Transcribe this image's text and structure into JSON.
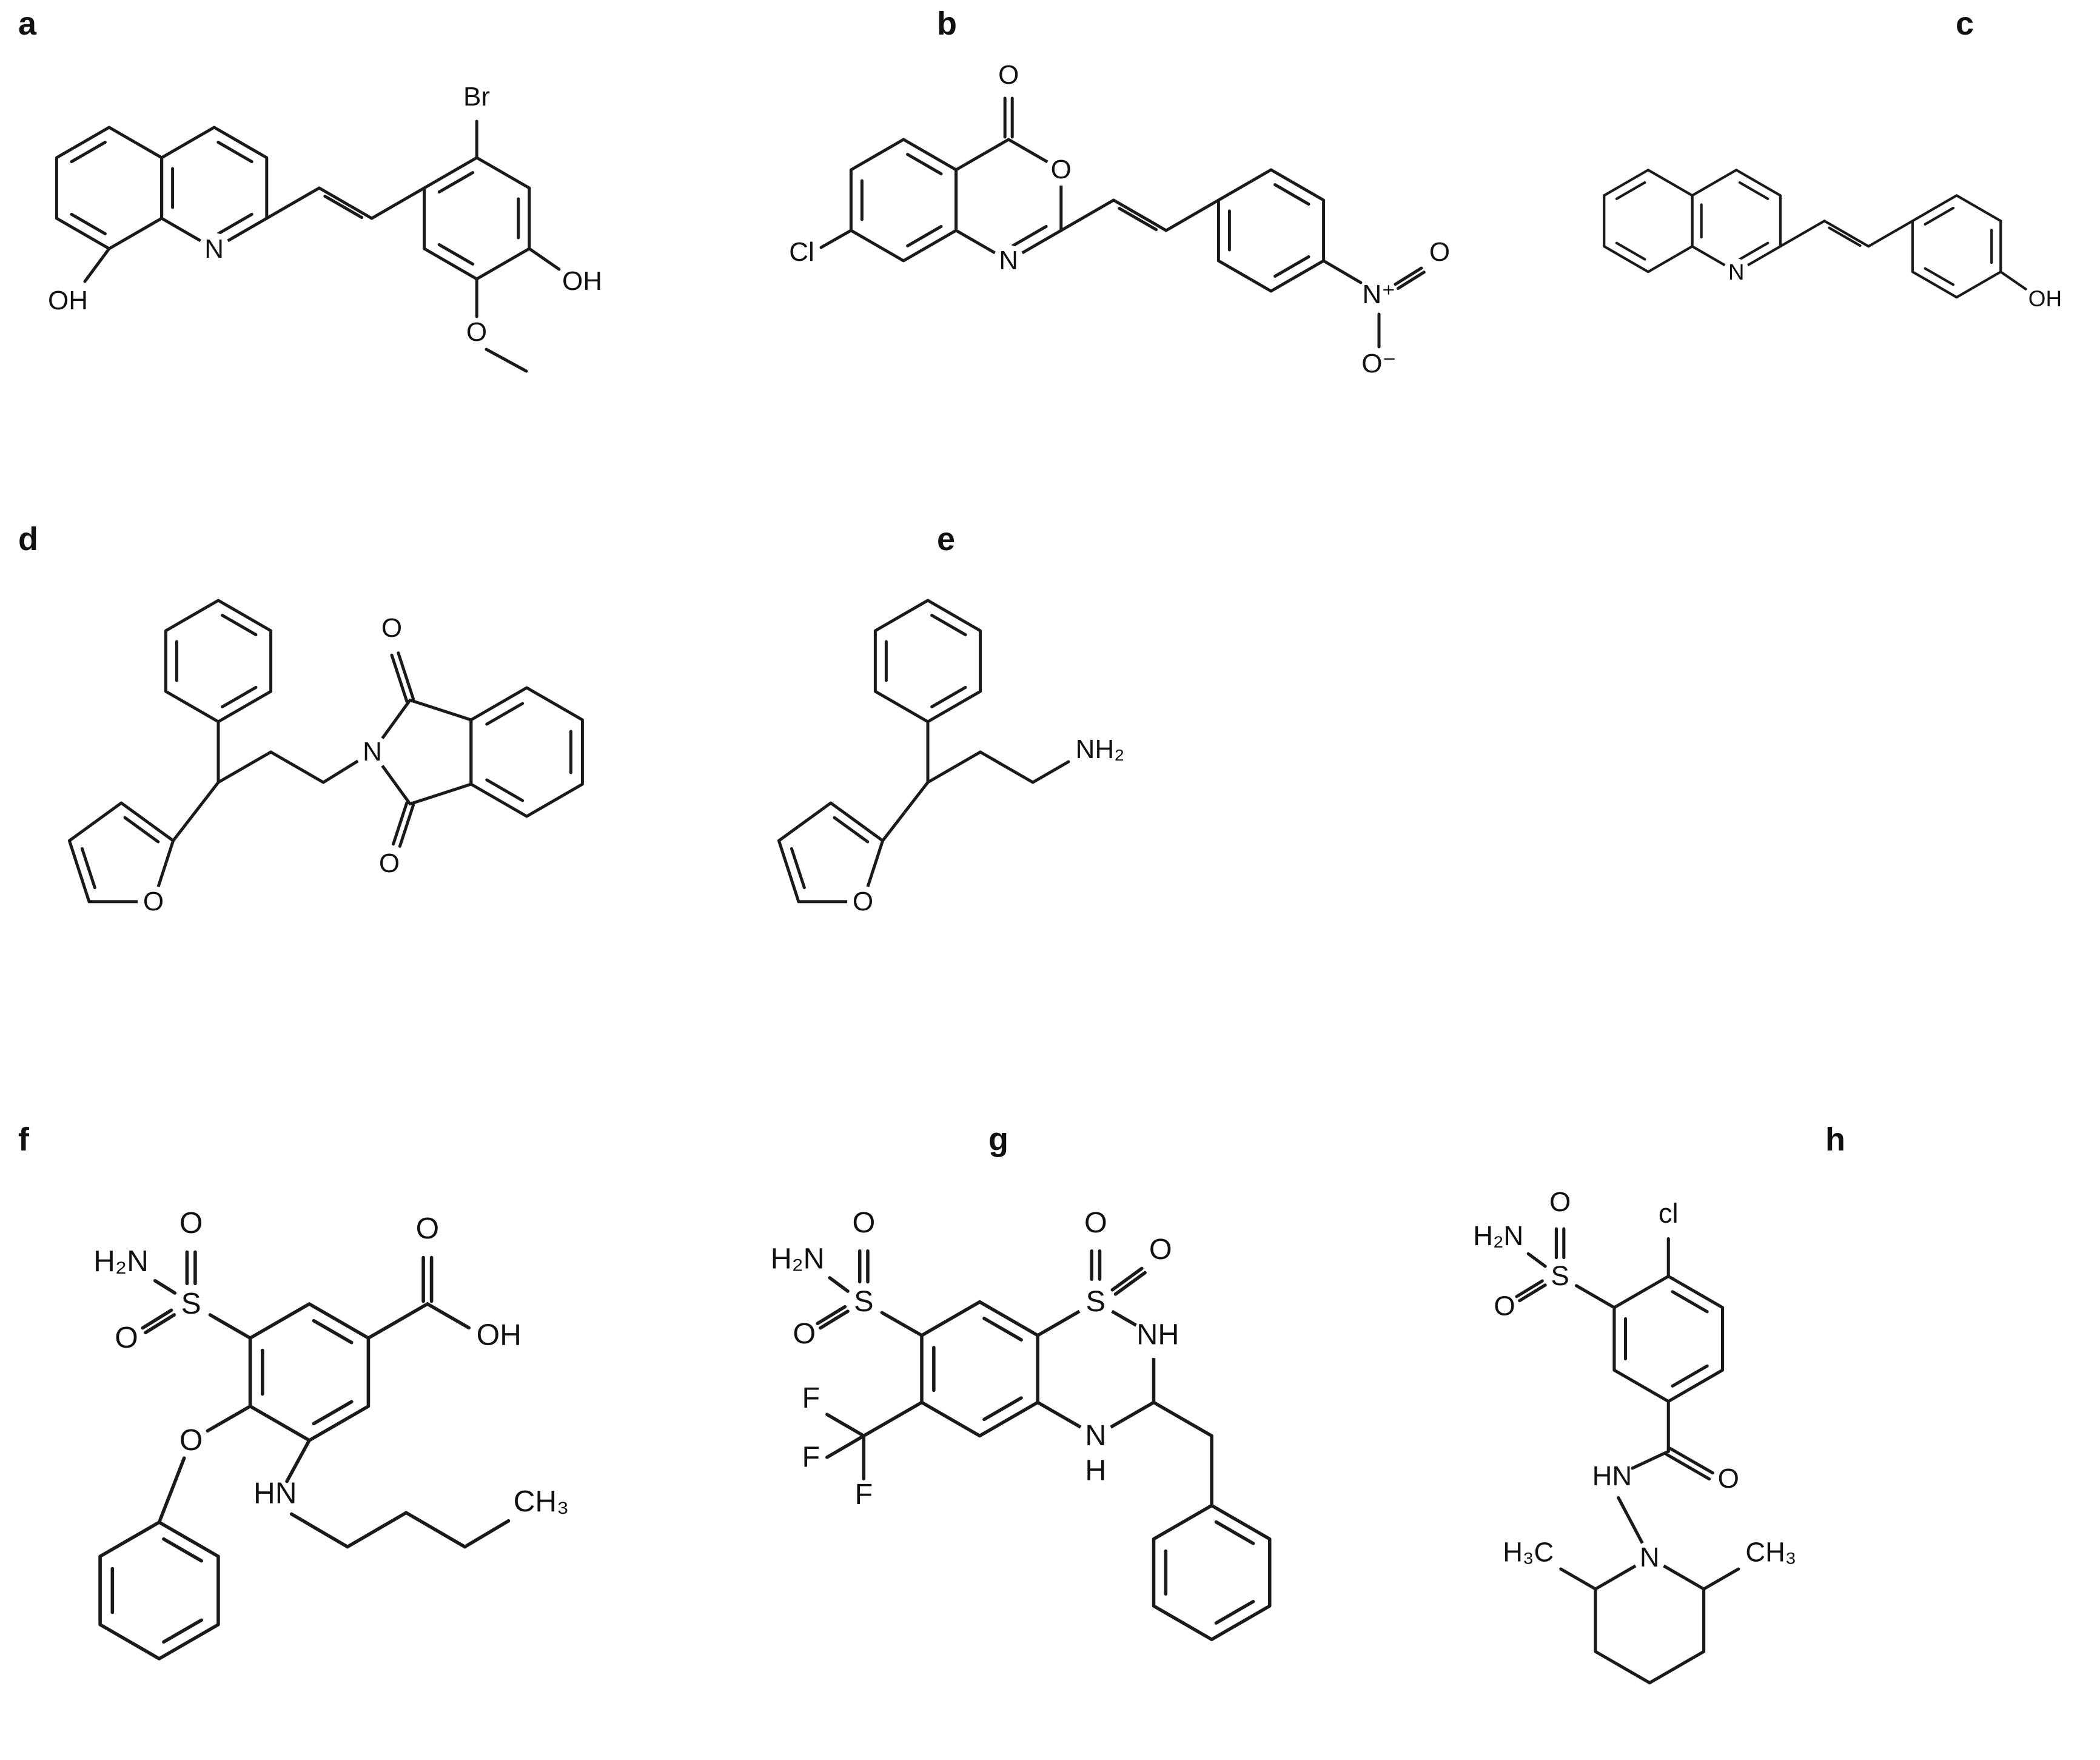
{
  "figure": {
    "background": "#ffffff",
    "line_color": "#1a1a1a",
    "panels": [
      {
        "label": "a",
        "atoms": {
          "n": "N",
          "oh_quinolinol": "OH",
          "br": "Br",
          "oh_phenol": "OH",
          "o_methoxy": "O"
        }
      },
      {
        "label": "b",
        "atoms": {
          "o_carbonyl": "O",
          "o_ring": "O",
          "n_ring": "N",
          "cl": "Cl",
          "n_nitro": "N⁺",
          "o_nitro_a": "O",
          "o_nitro_b": "O⁻"
        }
      },
      {
        "label": "c",
        "atoms": {
          "n": "N",
          "oh": "OH"
        }
      },
      {
        "label": "d",
        "atoms": {
          "o_furan": "O",
          "n_imide": "N",
          "o_carbonyl_top": "O",
          "o_carbonyl_bottom": "O"
        }
      },
      {
        "label": "e",
        "atoms": {
          "o_furan": "O",
          "nh2": "NH₂"
        }
      },
      {
        "label": "f",
        "atoms": {
          "h2n": "H₂N",
          "s": "S",
          "o_s_top": "O",
          "o_s_left": "O",
          "o_acid": "O",
          "oh": "OH",
          "o_ether": "O",
          "hn": "HN",
          "ch3": "CH₃"
        }
      },
      {
        "label": "g",
        "atoms": {
          "h2n": "H₂N",
          "s_sulfonamide": "S",
          "o_s_top": "O",
          "o_s_left": "O",
          "s_ring": "S",
          "o_ring_top": "O",
          "o_ring_right": "O",
          "nh_ring": "NH",
          "n_ring": "N",
          "h_ring": "H",
          "f1": "F",
          "f2": "F",
          "f3": "F"
        }
      },
      {
        "label": "h",
        "atoms": {
          "h2n": "H₂N",
          "s": "S",
          "o_s_top": "O",
          "o_s_left": "O",
          "cl": "cl",
          "o_amide": "O",
          "hn": "HN",
          "n_piperidine": "N",
          "h3c": "H₃C",
          "ch3": "CH₃"
        }
      }
    ]
  }
}
